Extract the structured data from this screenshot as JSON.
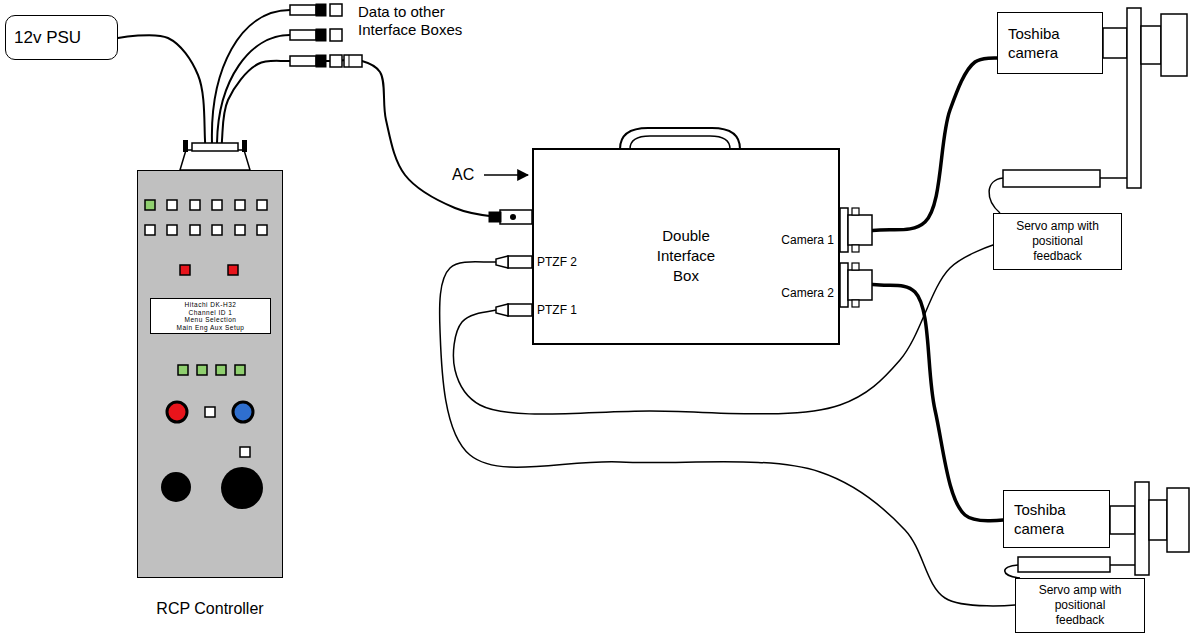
{
  "diagram": {
    "nodes": [
      {
        "text": [
          "12v PSU"
        ]
      },
      {
        "text": [
          "RCP Controller"
        ]
      },
      {
        "text": [
          "Hitachi DK-H32",
          "Channel ID 1",
          "Menu Selection",
          "Main Eng Aux Setup"
        ],
        "in": 1
      },
      {
        "text": [
          "Double Interface Box"
        ]
      },
      {
        "text": [
          "Toshiba camera"
        ]
      },
      {
        "text": [
          "Servo amp with positional feedback"
        ]
      },
      {
        "text": [
          "Toshiba camera"
        ]
      },
      {
        "text": [
          "Servo amp with positional feedback"
        ]
      }
    ],
    "edges": [
      {
        "from": 0,
        "to": 1,
        "arrow": "none"
      },
      {
        "from": 1,
        "to": 3,
        "arrow": "none"
      },
      {
        "from": 3,
        "to": 4,
        "arrow": "none"
      },
      {
        "from": 3,
        "to": 6,
        "arrow": "none"
      },
      {
        "from": 3,
        "to": 5,
        "arrow": "none"
      },
      {
        "from": 3,
        "to": 7,
        "arrow": "none"
      }
    ],
    "labels": [
      "Data to other Interface Boxes",
      "AC",
      "PTZF 2",
      "PTZF 1",
      "Camera 1",
      "Camera 2"
    ]
  }
}
